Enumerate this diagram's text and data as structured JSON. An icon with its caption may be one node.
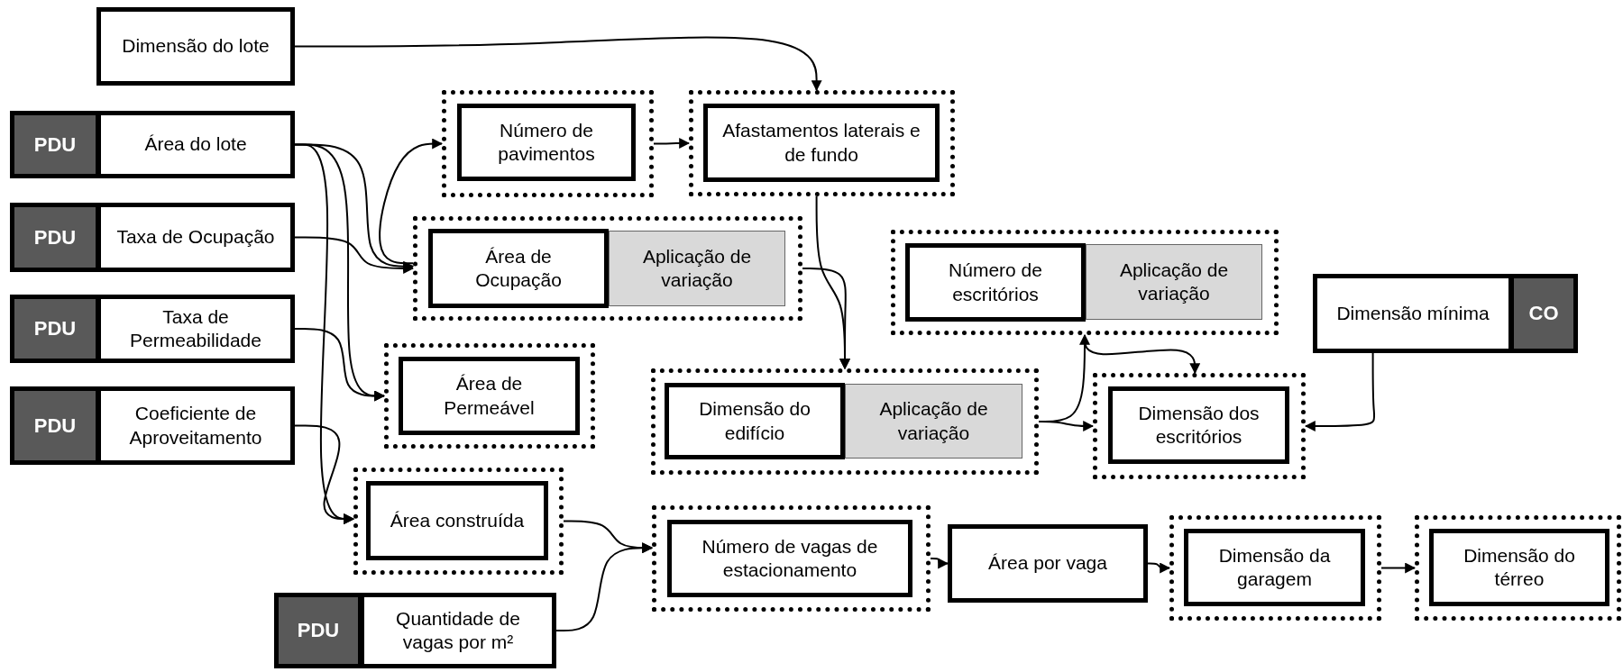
{
  "diagram": {
    "nodes": [
      {
        "text": [
          "Dimensão do lote"
        ]
      },
      {
        "text": [
          "PDU"
        ]
      },
      {
        "text": [
          "Área do lote"
        ]
      },
      {
        "text": [
          "PDU"
        ]
      },
      {
        "text": [
          "Taxa de Ocupação"
        ]
      },
      {
        "text": [
          "PDU"
        ]
      },
      {
        "text": [
          "Taxa de Permeabilidade"
        ]
      },
      {
        "text": [
          "PDU"
        ]
      },
      {
        "text": [
          "Coeficiente de Aproveitamento"
        ]
      },
      {
        "text": [],
        "shape": "box"
      },
      {
        "text": [
          "Número de pavimentos"
        ],
        "in": 9
      },
      {
        "text": [],
        "shape": "box"
      },
      {
        "text": [
          "Afastamentos laterais e de fundo"
        ],
        "in": 11
      },
      {
        "text": [],
        "shape": "box"
      },
      {
        "text": [
          "Área de Ocupação"
        ],
        "in": 13
      },
      {
        "text": [
          "Aplicação de variação"
        ],
        "in": 13
      },
      {
        "text": [],
        "shape": "box"
      },
      {
        "text": [
          "Área de Permeável"
        ],
        "in": 16
      },
      {
        "text": [],
        "shape": "box"
      },
      {
        "text": [
          "Número de escritórios"
        ],
        "in": 18
      },
      {
        "text": [
          "Aplicação de variação"
        ],
        "in": 18
      },
      {
        "text": [
          "Dimensão mínima"
        ]
      },
      {
        "text": [
          "CO"
        ]
      },
      {
        "text": [],
        "shape": "box"
      },
      {
        "text": [
          "Dimensão do edifício"
        ],
        "in": 23
      },
      {
        "text": [
          "Aplicação de variação"
        ],
        "in": 23
      },
      {
        "text": [],
        "shape": "box"
      },
      {
        "text": [
          "Dimensão dos escritórios"
        ],
        "in": 26
      },
      {
        "text": [],
        "shape": "box"
      },
      {
        "text": [
          "Área construída"
        ],
        "in": 28
      },
      {
        "text": [],
        "shape": "box"
      },
      {
        "text": [
          "Número de vagas de estacionamento"
        ],
        "in": 30
      },
      {
        "text": [
          "Área por vaga"
        ]
      },
      {
        "text": [],
        "shape": "box"
      },
      {
        "text": [
          "Dimensão da garagem"
        ],
        "in": 33
      },
      {
        "text": [],
        "shape": "box"
      },
      {
        "text": [
          "Dimensão do térreo"
        ],
        "in": 35
      },
      {
        "text": [
          "PDU"
        ]
      },
      {
        "text": [
          "Quantidade de vagas por m²"
        ]
      }
    ],
    "edges": [
      {
        "from": 0,
        "to": 11,
        "arrow": "to"
      },
      {
        "from": 2,
        "to": 13,
        "arrow": "to"
      },
      {
        "from": 4,
        "to": 13,
        "arrow": "to"
      },
      {
        "from": 2,
        "to": 16,
        "arrow": "to"
      },
      {
        "from": 6,
        "to": 16,
        "arrow": "to"
      },
      {
        "from": 2,
        "to": 28,
        "arrow": "to"
      },
      {
        "from": 8,
        "to": 28,
        "arrow": "to"
      },
      {
        "from": 13,
        "to": 9,
        "arrow": "to"
      },
      {
        "from": 9,
        "to": 11,
        "arrow": "to"
      },
      {
        "from": 11,
        "to": 23,
        "arrow": "to"
      },
      {
        "from": 13,
        "to": 23,
        "arrow": "to"
      },
      {
        "from": 23,
        "to": 18,
        "arrow": "to"
      },
      {
        "from": 23,
        "to": 26,
        "arrow": "to"
      },
      {
        "from": 18,
        "to": 26,
        "arrow": "to"
      },
      {
        "from": 21,
        "to": 26,
        "arrow": "to"
      },
      {
        "from": 28,
        "to": 30,
        "arrow": "to"
      },
      {
        "from": 38,
        "to": 30,
        "arrow": "to"
      },
      {
        "from": 30,
        "to": 32,
        "arrow": "to"
      },
      {
        "from": 32,
        "to": 33,
        "arrow": "to"
      },
      {
        "from": 33,
        "to": 35,
        "arrow": "to"
      }
    ]
  }
}
